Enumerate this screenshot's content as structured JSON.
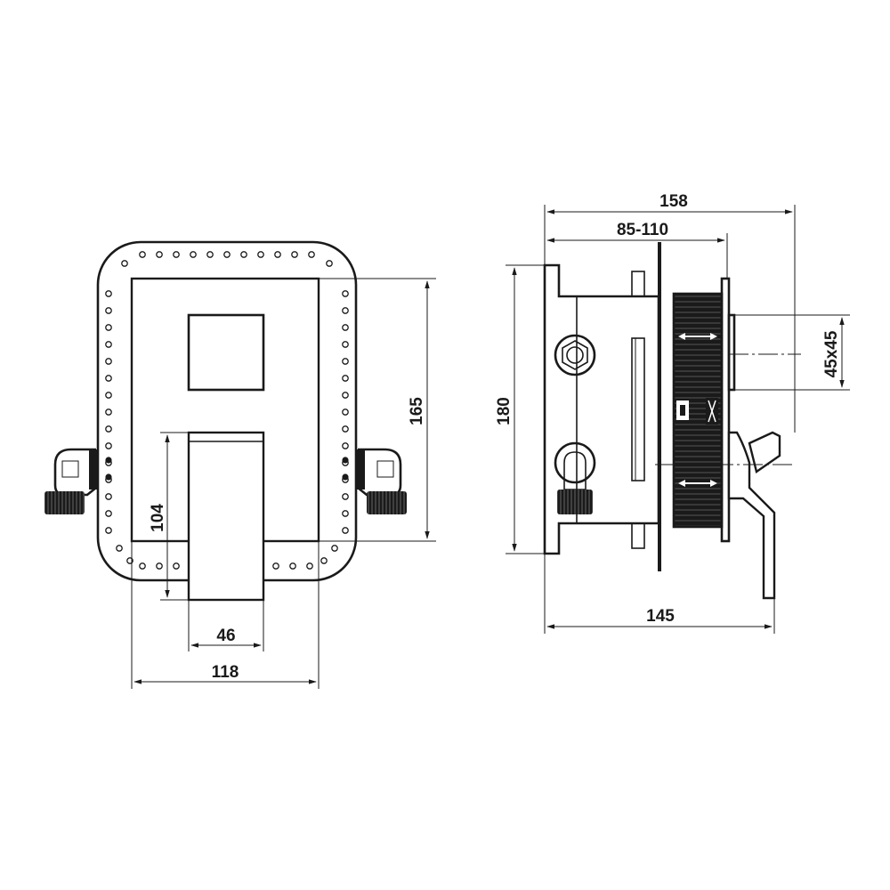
{
  "dimensions": {
    "front_height_outer": "165",
    "front_height_handle": "104",
    "front_width_handle": "46",
    "front_width_plate": "118",
    "side_height": "180",
    "side_overall_depth": "158",
    "side_adjust_range": "85-110",
    "side_cutout": "45x45",
    "side_depth_body": "145"
  },
  "colors": {
    "line": "#1a1a1a",
    "background": "#ffffff"
  }
}
